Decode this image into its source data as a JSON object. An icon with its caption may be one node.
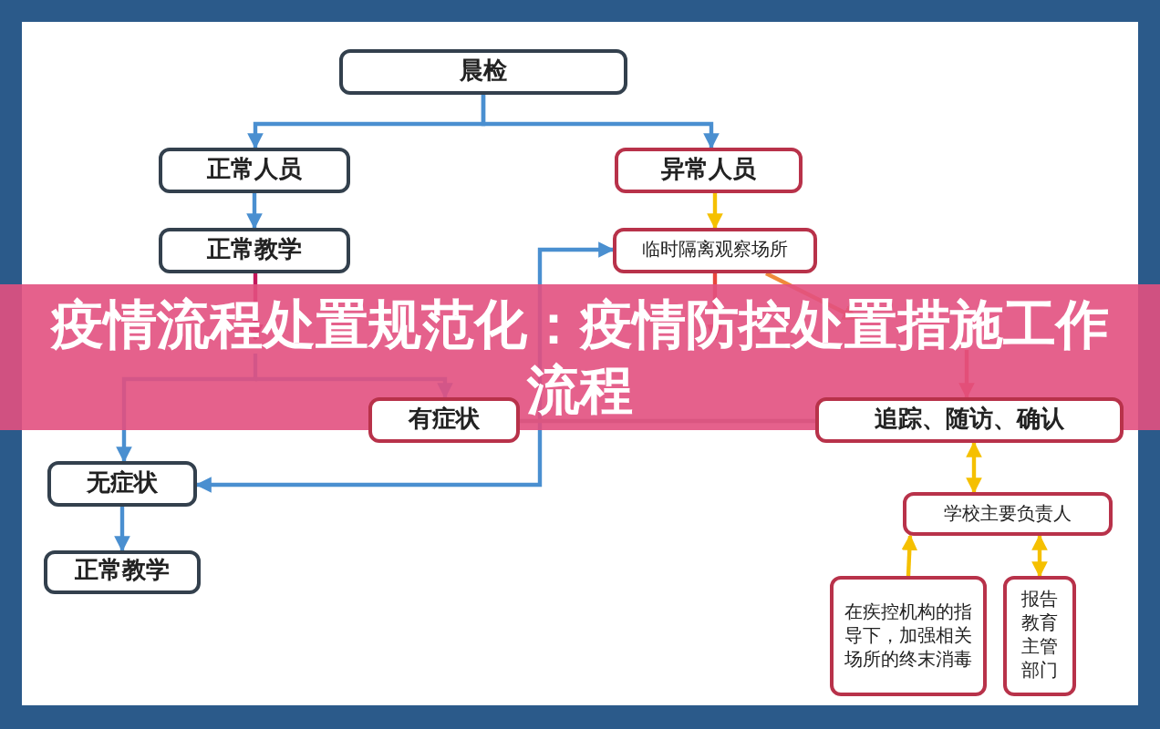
{
  "diagram": {
    "title": "疫情流程处置规范化：疫情防控处置措施工作流程",
    "nodes": [
      {
        "text": [
          "晨检"
        ]
      },
      {
        "text": [
          "正常人员"
        ]
      },
      {
        "text": [
          "异常人员"
        ]
      },
      {
        "text": [
          "正常教学"
        ]
      },
      {
        "text": [
          "临时隔离观察场所"
        ]
      },
      {
        "text": [
          "有症状"
        ]
      },
      {
        "text": [
          "追踪、随访、确认"
        ]
      },
      {
        "text": [
          "无症状"
        ]
      },
      {
        "text": [
          "正常教学"
        ]
      },
      {
        "text": [
          "学校主要负责人"
        ]
      },
      {
        "text": [
          "在疾控机构的指导下，加强相关场所的终末消毒"
        ]
      },
      {
        "text": [
          "报告教育主管部门"
        ]
      }
    ],
    "edges": [
      {
        "from": 0,
        "to": 1,
        "arrow": "to"
      },
      {
        "from": 0,
        "to": 2,
        "arrow": "to"
      },
      {
        "from": 1,
        "to": 3,
        "arrow": "to"
      },
      {
        "from": 3,
        "to": null,
        "arrow": "to",
        "color": "#c2185b"
      },
      {
        "from": null,
        "to": 7,
        "arrow": "to"
      },
      {
        "from": null,
        "to": 5,
        "arrow": "to"
      },
      {
        "from": 7,
        "to": 8,
        "arrow": "to"
      },
      {
        "from": 7,
        "to": 4,
        "arrow": "both"
      },
      {
        "from": 2,
        "to": 4,
        "arrow": "to",
        "color": "#f5c000"
      },
      {
        "from": 4,
        "to": null,
        "arrow": "to",
        "color": "#e8453c"
      },
      {
        "from": 4,
        "to": null,
        "arrow": "to",
        "color": "#f08a3c"
      },
      {
        "from": null,
        "to": 6,
        "arrow": "to",
        "color": "#e8453c"
      },
      {
        "from": 5,
        "to": 6,
        "arrow": "none",
        "color": "#8a8a8a"
      },
      {
        "from": 6,
        "to": 9,
        "arrow": "both",
        "color": "#f5c000"
      },
      {
        "from": 10,
        "to": 9,
        "arrow": "to",
        "color": "#f5c000"
      },
      {
        "from": 11,
        "to": 9,
        "arrow": "both",
        "color": "#f5c000"
      }
    ]
  }
}
